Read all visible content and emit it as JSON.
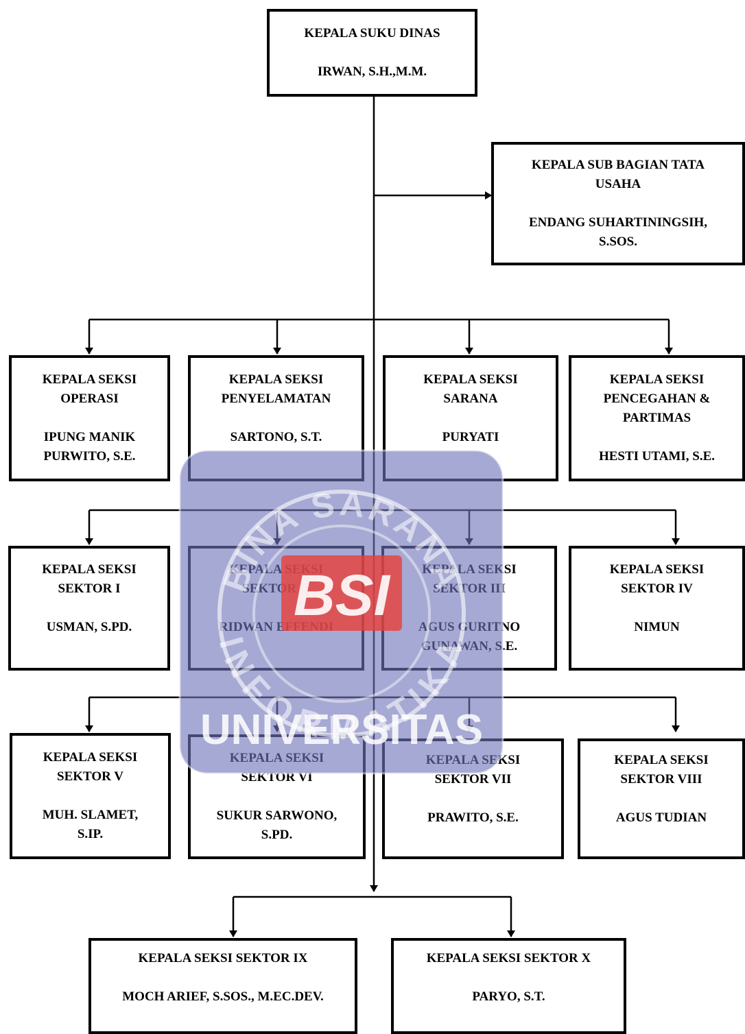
{
  "head": {
    "title": "KEPALA SUKU DINAS",
    "name": "IRWAN, S.H.,M.M."
  },
  "sub_bagian": {
    "title_line1": "KEPALA SUB BAGIAN TATA",
    "title_line2": "USAHA",
    "name_line1": "ENDANG SUHARTININGSIH,",
    "name_line2": "S.SOS."
  },
  "row1": [
    {
      "title_line1": "KEPALA SEKSI",
      "title_line2": "OPERASI",
      "name_line1": "IPUNG MANIK",
      "name_line2": "PURWITO, S.E."
    },
    {
      "title_line1": "KEPALA SEKSI",
      "title_line2": "PENYELAMATAN",
      "name_line1": "SARTONO, S.T."
    },
    {
      "title_line1": "KEPALA SEKSI",
      "title_line2": "SARANA",
      "name_line1": "PURYATI"
    },
    {
      "title_line1": "KEPALA SEKSI",
      "title_line2": "PENCEGAHAN &",
      "title_line3": "PARTIMAS",
      "name_line1": "HESTI UTAMI, S.E."
    }
  ],
  "row2": [
    {
      "title_line1": "KEPALA SEKSI",
      "title_line2": "SEKTOR I",
      "name_line1": "USMAN, S.PD."
    },
    {
      "title_line1": "KEPALA SEKSI",
      "title_line2": "SEKTOR II",
      "name_line1": "RIDWAN EFFENDI"
    },
    {
      "title_line1": "KEPALA SEKSI",
      "title_line2": "SEKTOR III",
      "name_line1": "AGUS GURITNO",
      "name_line2": "GUNAWAN, S.E."
    },
    {
      "title_line1": "KEPALA SEKSI",
      "title_line2": "SEKTOR IV",
      "name_line1": "NIMUN"
    }
  ],
  "row3": [
    {
      "title_line1": "KEPALA SEKSI",
      "title_line2": "SEKTOR V",
      "name_line1": "MUH. SLAMET,",
      "name_line2": "S.IP."
    },
    {
      "title_line1": "KEPALA SEKSI",
      "title_line2": "SEKTOR VI",
      "name_line1": "SUKUR SARWONO,",
      "name_line2": "S.PD."
    },
    {
      "title_line1": "KEPALA SEKSI",
      "title_line2": "SEKTOR VII",
      "name_line1": "PRAWITO, S.E."
    },
    {
      "title_line1": "KEPALA SEKSI",
      "title_line2": "SEKTOR VIII",
      "name_line1": "AGUS TUDIAN"
    }
  ],
  "row4": [
    {
      "title_line1": "KEPALA SEKSI SEKTOR IX",
      "name_line1": "MOCH ARIEF, S.SOS., M.EC.DEV."
    },
    {
      "title_line1": "KEPALA SEKSI SEKTOR X",
      "name_line1": "PARYO, S.T."
    }
  ],
  "watermark": {
    "text_top": "BINA SARANA",
    "text_bottom": "INFORMATIKA",
    "logo": "BSI",
    "caption": "UNIVERSITAS",
    "color": "#6f74b8",
    "logo_color": "#e8403a"
  }
}
